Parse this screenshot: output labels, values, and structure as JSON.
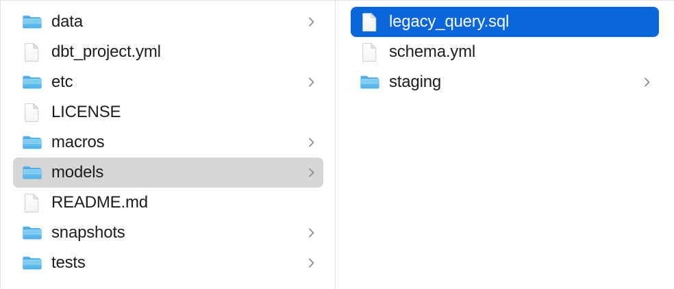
{
  "window": {
    "view_mode": "column-browser",
    "accent_color": "#0a66dc",
    "inactive_selection_color": "#d6d6d6",
    "text_color": "#1d1d1f",
    "divider_color": "#e3e3e5"
  },
  "columns": [
    {
      "name": "parent-column",
      "items": [
        {
          "label": "data",
          "kind": "folder",
          "icon": "folder-icon",
          "chevron": true,
          "selected": "none"
        },
        {
          "label": "dbt_project.yml",
          "kind": "file",
          "icon": "file-icon",
          "chevron": false,
          "selected": "none"
        },
        {
          "label": "etc",
          "kind": "folder",
          "icon": "folder-icon",
          "chevron": true,
          "selected": "none"
        },
        {
          "label": "LICENSE",
          "kind": "file",
          "icon": "file-icon",
          "chevron": false,
          "selected": "none"
        },
        {
          "label": "macros",
          "kind": "folder",
          "icon": "folder-icon",
          "chevron": true,
          "selected": "none"
        },
        {
          "label": "models",
          "kind": "folder",
          "icon": "folder-icon",
          "chevron": true,
          "selected": "gray"
        },
        {
          "label": "README.md",
          "kind": "file",
          "icon": "file-icon",
          "chevron": false,
          "selected": "none"
        },
        {
          "label": "snapshots",
          "kind": "folder",
          "icon": "folder-icon",
          "chevron": true,
          "selected": "none"
        },
        {
          "label": "tests",
          "kind": "folder",
          "icon": "folder-icon",
          "chevron": true,
          "selected": "none"
        }
      ]
    },
    {
      "name": "child-column",
      "items": [
        {
          "label": "legacy_query.sql",
          "kind": "file",
          "icon": "file-icon",
          "chevron": false,
          "selected": "blue"
        },
        {
          "label": "schema.yml",
          "kind": "file",
          "icon": "file-icon",
          "chevron": false,
          "selected": "none"
        },
        {
          "label": "staging",
          "kind": "folder",
          "icon": "folder-icon",
          "chevron": true,
          "selected": "none"
        }
      ]
    }
  ]
}
